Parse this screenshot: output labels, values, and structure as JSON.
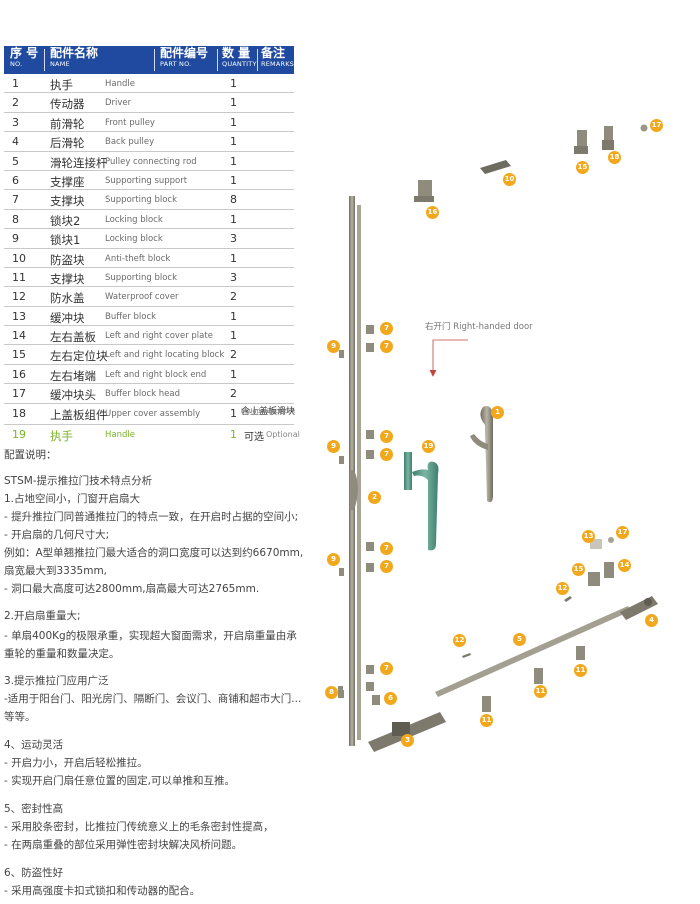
{
  "table": {
    "headers": [
      {
        "cn": "序 号",
        "en": "NO."
      },
      {
        "cn": "配件名称",
        "en": "NAME"
      },
      {
        "cn": "配件编号",
        "en": "PART NO."
      },
      {
        "cn": "数 量",
        "en": "QUANTITY"
      },
      {
        "cn": "备注",
        "en": "REMARKS"
      }
    ],
    "rows": [
      {
        "no": "1",
        "cn": "执手",
        "en": "Handle",
        "qty": "1",
        "remark": ""
      },
      {
        "no": "2",
        "cn": "传动器",
        "en": "Driver",
        "qty": "1",
        "remark": ""
      },
      {
        "no": "3",
        "cn": "前滑轮",
        "en": "Front pulley",
        "qty": "1",
        "remark": ""
      },
      {
        "no": "4",
        "cn": "后滑轮",
        "en": "Back pulley",
        "qty": "1",
        "remark": ""
      },
      {
        "no": "5",
        "cn": "滑轮连接杆",
        "en": "Pulley connecting rod",
        "qty": "1",
        "remark": ""
      },
      {
        "no": "6",
        "cn": "支撑座",
        "en": "Supporting support",
        "qty": "1",
        "remark": ""
      },
      {
        "no": "7",
        "cn": "支撑块",
        "en": "Supporting block",
        "qty": "8",
        "remark": ""
      },
      {
        "no": "8",
        "cn": "锁块2",
        "en": "Locking block",
        "qty": "1",
        "remark": ""
      },
      {
        "no": "9",
        "cn": "锁块1",
        "en": "Locking block",
        "qty": "3",
        "remark": ""
      },
      {
        "no": "10",
        "cn": "防盗块",
        "en": "Anti-theft block",
        "qty": "1",
        "remark": ""
      },
      {
        "no": "11",
        "cn": "支撑块",
        "en": "Supporting block",
        "qty": "3",
        "remark": ""
      },
      {
        "no": "12",
        "cn": "防水盖",
        "en": "Waterproof cover",
        "qty": "2",
        "remark": ""
      },
      {
        "no": "13",
        "cn": "缓冲块",
        "en": "Buffer block",
        "qty": "1",
        "remark": ""
      },
      {
        "no": "14",
        "cn": "左右盖板",
        "en": "Left and right cover plate",
        "qty": "1",
        "remark": ""
      },
      {
        "no": "15",
        "cn": "左右定位块",
        "en": "Left and right locating block",
        "qty": "2",
        "remark": ""
      },
      {
        "no": "16",
        "cn": "左右堵端",
        "en": "Left and right block end",
        "qty": "1",
        "remark": ""
      },
      {
        "no": "17",
        "cn": "缓冲块头",
        "en": "Buffer block head",
        "qty": "2",
        "remark": ""
      }
    ],
    "row18": {
      "no": "18",
      "cn": "上盖板组件",
      "en": "Upper cover assembly",
      "qty": "1",
      "remark_cn": "含上盖板滑块",
      "remark_en1": "Include upper",
      "remark_en2": "cover slide block"
    },
    "row19": {
      "no": "19",
      "cn": "执手",
      "en": "Handle",
      "qty": "1",
      "remark_cn": "可选",
      "remark_en": "Optional"
    }
  },
  "description": [
    "配置说明：",
    "STSM-提示推拉门技术特点分析",
    "1.占地空间小，门窗开启扇大",
    "- 提升推拉门同普通推拉门的特点一致，在开启时占据的空间小;",
    "- 开启扇的几何尺寸大;",
    "例如：A型单翘推拉门最大适合的洞口宽度可以达到约6670mm,",
    "扇宽最大到3335mm,",
    "- 洞口最大高度可达2800mm,扇高最大可达2765mm.",
    "2.开启扇重量大;",
    "- 单扇400Kg的极限承重，实现超大窗面需求，开启扇重量由承",
    "重轮的重量和数量决定。",
    "3.提示推拉门应用广泛",
    "-适用于阳台门、阳光房门、隔断门、会议门、商铺和超市大门...",
    "等等。",
    "4、运动灵活",
    "- 开启力小，开启后轻松推拉。",
    "- 实现开启门扇任意位置的固定,可以单推和互推。",
    "5、密封性高",
    "- 采用胶条密封，比推拉门传统意义上的毛条密封性提高，",
    "- 在两扇重叠的部位采用弹性密封块解决风桥问题。",
    "6、防盗性好",
    "- 采用高强度卡扣式锁扣和传动器的配合。"
  ],
  "diagram": {
    "door_label": "右开门 Right-handed door",
    "badges": [
      "17",
      "18",
      "15",
      "10",
      "16",
      "7",
      "7",
      "9",
      "1",
      "7",
      "7",
      "9",
      "19",
      "2",
      "13",
      "17",
      "15",
      "14",
      "7",
      "7",
      "9",
      "12",
      "12",
      "5",
      "4",
      "11",
      "11",
      "11",
      "7",
      "8",
      "6",
      "3"
    ]
  },
  "colors": {
    "header_blue": "#1f4aa0",
    "badge_orange": "#f2a81d",
    "optional_green": "#7ab42a",
    "part_grey": "#8f8c7e",
    "handle_green": "#5a9a86"
  }
}
